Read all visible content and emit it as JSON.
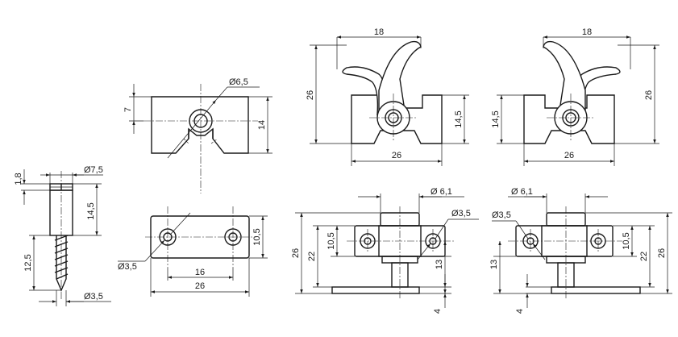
{
  "dims": {
    "d_7_5": "Ø7,5",
    "d_1_8": "1,8",
    "d_14_5_screw": "14,5",
    "d_12_5": "12,5",
    "d_3_5_screw": "Ø3,5",
    "d_6_5": "Ø6,5",
    "d_7": "7",
    "d_14": "14",
    "d_3_5_plate": "Ø3,5",
    "d_10_5_plate": "10,5",
    "d_16": "16",
    "d_26_plate": "26",
    "d_18_a": "18",
    "d_26_height_a": "26",
    "d_14_5_a": "14,5",
    "d_26_width_a": "26",
    "d_18_b": "18",
    "d_26_height_b": "26",
    "d_14_5_b": "14,5",
    "d_26_width_b": "26",
    "d_6_1_a": "Ø 6,1",
    "d_3_5_a": "Ø3,5",
    "d_26_a": "26",
    "d_22_a": "22",
    "d_10_5_a": "10,5",
    "d_13_a": "13",
    "d_4_a": "4",
    "d_6_1_b": "Ø 6,1",
    "d_3_5_b": "Ø3,5",
    "d_13_b": "13",
    "d_10_5_b": "10,5",
    "d_22_b": "22",
    "d_26_b": "26",
    "d_4_b": "4"
  }
}
